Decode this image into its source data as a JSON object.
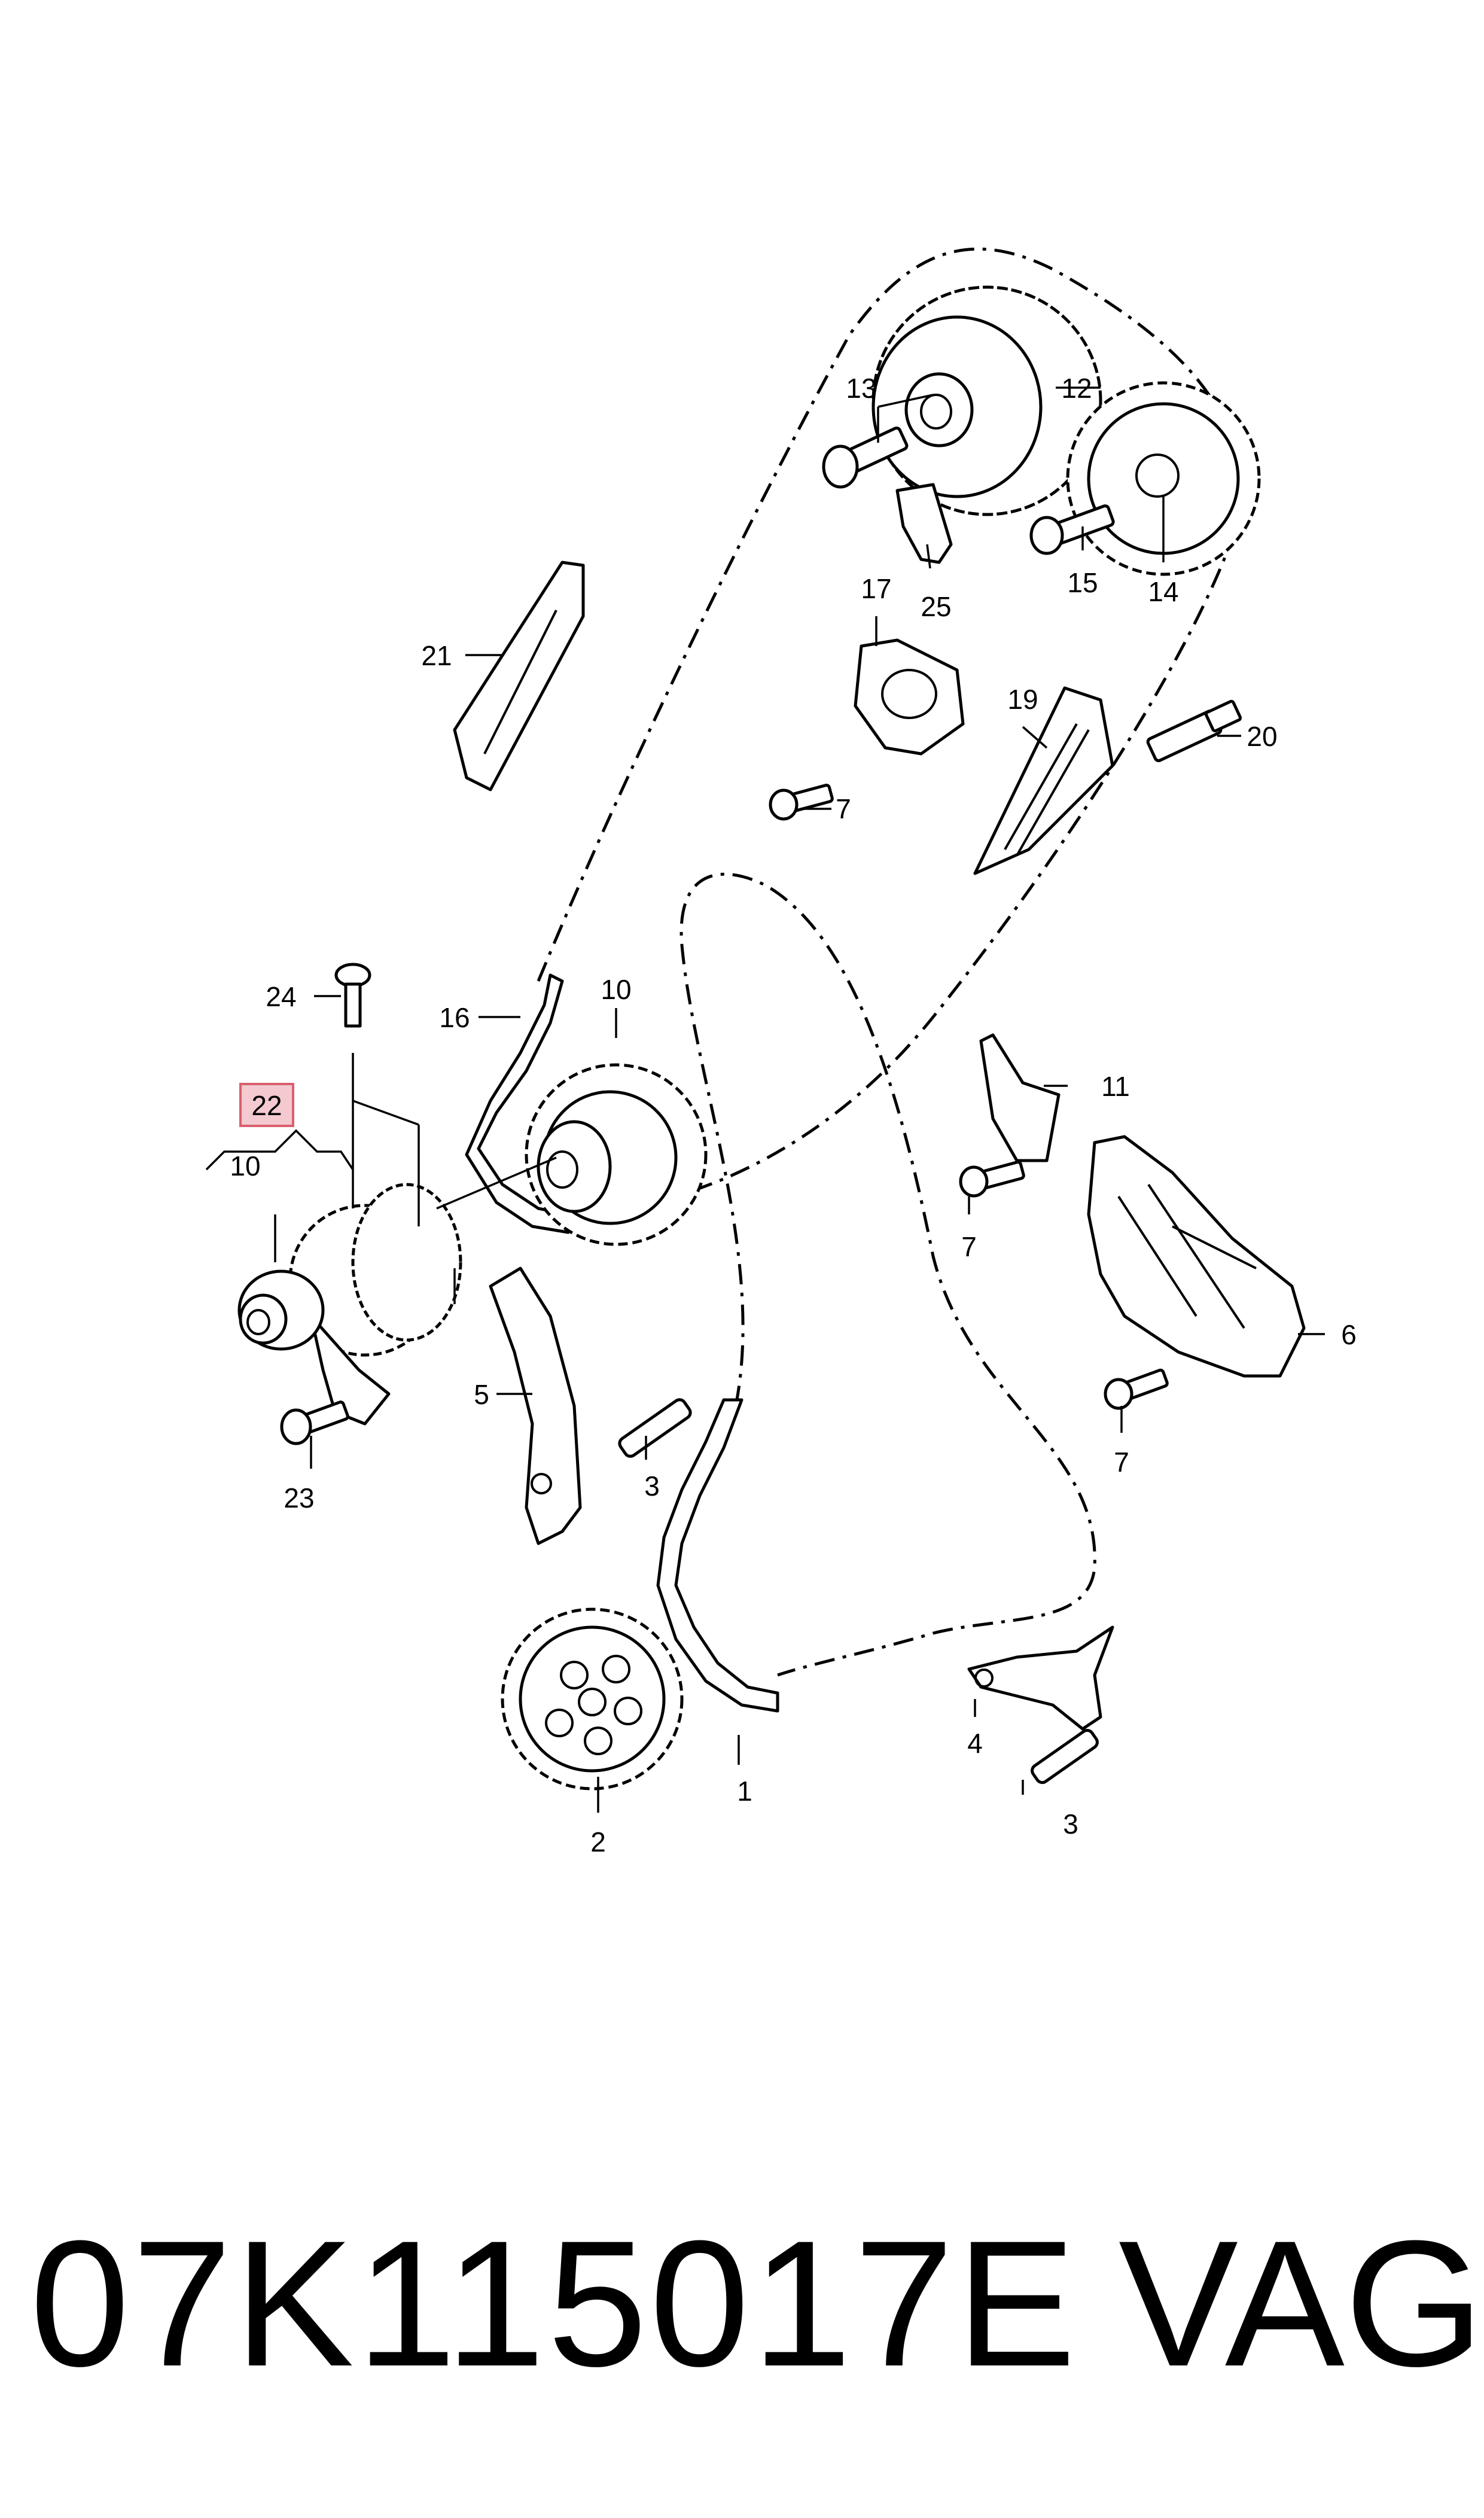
{
  "diagram": {
    "labels": {
      "p1": "1",
      "p2": "2",
      "p3a": "3",
      "p3b": "3",
      "p4": "4",
      "p5": "5",
      "p6": "6",
      "p7a": "7",
      "p7b": "7",
      "p7c": "7",
      "p10a": "10",
      "p10b": "10",
      "p11": "11",
      "p12": "12",
      "p13": "13",
      "p14": "14",
      "p15": "15",
      "p16": "16",
      "p17": "17",
      "p19": "19",
      "p20": "20",
      "p21": "21",
      "p22": "22",
      "p23": "23",
      "p24": "24",
      "p25": "25"
    },
    "highlighted_part": "22",
    "highlight_color": "#f4c9d0"
  },
  "footer": {
    "part_number": "07K115017E",
    "brand": "VAG"
  }
}
